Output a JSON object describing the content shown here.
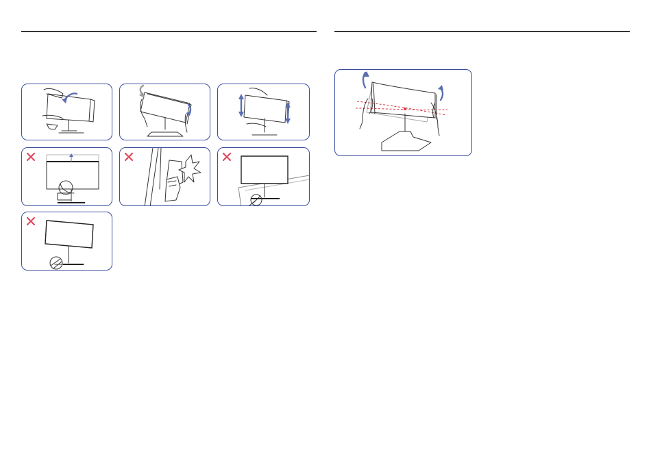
{
  "page": {
    "left_column": {
      "panels": [
        {
          "id": "tilt",
          "icon": "tilt-monitor-illustration"
        },
        {
          "id": "swivel",
          "icon": "swivel-monitor-illustration"
        },
        {
          "id": "height",
          "icon": "height-adjust-illustration"
        },
        {
          "id": "pinch-gap",
          "icon": "wrong-pinch-between-screen-and-stand-illustration",
          "mark": "x-mark"
        },
        {
          "id": "pinch-side",
          "icon": "wrong-pinch-at-side-illustration",
          "mark": "x-mark"
        },
        {
          "id": "stand-edge",
          "icon": "wrong-stand-on-table-edge-illustration",
          "mark": "x-mark"
        },
        {
          "id": "stand-gap",
          "icon": "wrong-hand-under-stand-illustration",
          "mark": "x-mark"
        }
      ]
    },
    "right_column": {
      "panels": [
        {
          "id": "rotate-level",
          "icon": "rotate-monitor-level-illustration"
        }
      ]
    },
    "colors": {
      "frame": "#3b4ea0",
      "arrow": "#5b6fb0",
      "warning": "#e0495b",
      "level_line": "#d6333f"
    }
  }
}
